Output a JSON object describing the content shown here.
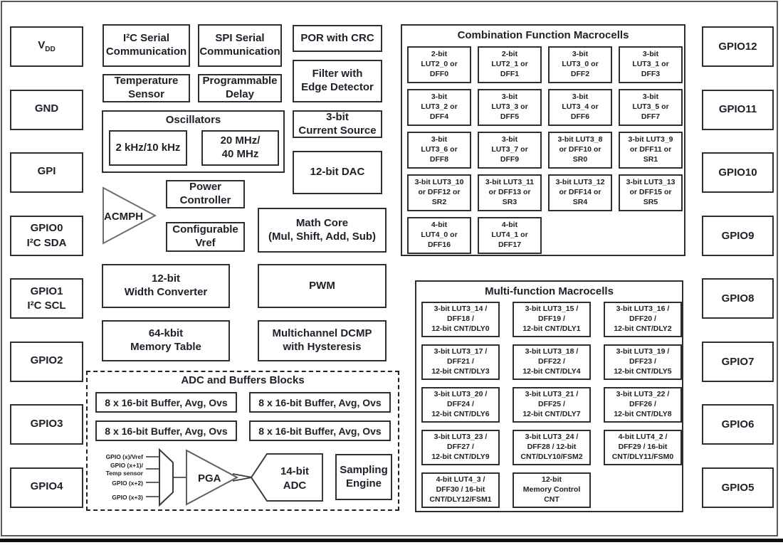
{
  "diagram": {
    "pins_left": [
      {
        "main": "V",
        "sub": "DD"
      },
      {
        "main": "GND"
      },
      {
        "main": "GPI"
      },
      {
        "main": "GPIO0",
        "line2": "I²C SDA"
      },
      {
        "main": "GPIO1",
        "line2": "I²C SCL"
      },
      {
        "main": "GPIO2"
      },
      {
        "main": "GPIO3"
      },
      {
        "main": "GPIO4"
      }
    ],
    "pins_right": [
      "GPIO12",
      "GPIO11",
      "GPIO10",
      "GPIO9",
      "GPIO8",
      "GPIO7",
      "GPIO6",
      "GPIO5"
    ],
    "blocks": {
      "i2c": [
        "I²C Serial",
        "Communication"
      ],
      "spi": [
        "SPI Serial",
        "Communication"
      ],
      "por": "POR with CRC",
      "temp_sensor": [
        "Temperature",
        "Sensor"
      ],
      "prog_delay": [
        "Programmable",
        "Delay"
      ],
      "filter": [
        "Filter with",
        "Edge Detector"
      ],
      "current_source": [
        "3-bit",
        "Current Source"
      ],
      "dac": "12-bit DAC",
      "acmph": "ACMPH",
      "power": [
        "Power",
        "Controller"
      ],
      "vref": [
        "Configurable",
        "Vref"
      ],
      "math_core": [
        "Math Core",
        "(Mul, Shift, Add, Sub)"
      ],
      "width_conv": [
        "12-bit",
        "Width Converter"
      ],
      "pwm": "PWM",
      "memory": [
        "64-kbit",
        "Memory Table"
      ],
      "dcmp": [
        "Multichannel DCMP",
        "with Hysteresis"
      ],
      "pga": "PGA",
      "adc": [
        "14-bit",
        "ADC"
      ],
      "sampling": [
        "Sampling",
        "Engine"
      ]
    },
    "oscillators": {
      "title": "Oscillators",
      "low": "2 kHz/10 kHz",
      "high": [
        "20 MHz/",
        "40 MHz"
      ]
    },
    "adc_section": {
      "title": "ADC and Buffers Blocks",
      "buffers": [
        "8 x 16-bit Buffer, Avg, Ovs",
        "8 x 16-bit Buffer, Avg, Ovs",
        "8 x 16-bit Buffer, Avg, Ovs",
        "8 x 16-bit Buffer, Avg, Ovs"
      ],
      "inputs": [
        "GPIO (x)/Vref",
        "GPIO (x+1)/",
        "Temp sensor",
        "GPIO (x+2)",
        "GPIO (x+3)"
      ]
    },
    "combination_macrocells": {
      "title": "Combination Function Macrocells",
      "cells": [
        [
          "2-bit",
          "LUT2_0 or",
          "DFF0"
        ],
        [
          "2-bit",
          "LUT2_1 or",
          "DFF1"
        ],
        [
          "3-bit",
          "LUT3_0 or",
          "DFF2"
        ],
        [
          "3-bit",
          "LUT3_1 or",
          "DFF3"
        ],
        [
          "3-bit",
          "LUT3_2 or",
          "DFF4"
        ],
        [
          "3-bit",
          "LUT3_3 or",
          "DFF5"
        ],
        [
          "3-bit",
          "LUT3_4 or",
          "DFF6"
        ],
        [
          "3-bit",
          "LUT3_5 or",
          "DFF7"
        ],
        [
          "3-bit",
          "LUT3_6 or",
          "DFF8"
        ],
        [
          "3-bit",
          "LUT3_7 or",
          "DFF9"
        ],
        [
          "3-bit LUT3_8",
          "or DFF10 or",
          "SR0"
        ],
        [
          "3-bit LUT3_9",
          "or DFF11 or",
          "SR1"
        ],
        [
          "3-bit LUT3_10",
          "or DFF12 or",
          "SR2"
        ],
        [
          "3-bit LUT3_11",
          "or DFF13 or",
          "SR3"
        ],
        [
          "3-bit LUT3_12",
          "or DFF14 or",
          "SR4"
        ],
        [
          "3-bit LUT3_13",
          "or DFF15 or",
          "SR5"
        ],
        [
          "4-bit",
          "LUT4_0 or",
          "DFF16"
        ],
        [
          "4-bit",
          "LUT4_1 or",
          "DFF17"
        ]
      ]
    },
    "multifunction_macrocells": {
      "title": "Multi-function Macrocells",
      "cells": [
        [
          "3-bit LUT3_14 /",
          "DFF18 /",
          "12-bit CNT/DLY0"
        ],
        [
          "3-bit LUT3_15 /",
          "DFF19 /",
          "12-bit CNT/DLY1"
        ],
        [
          "3-bit LUT3_16 /",
          "DFF20 /",
          "12-bit CNT/DLY2"
        ],
        [
          "3-bit LUT3_17 /",
          "DFF21 /",
          "12-bit CNT/DLY3"
        ],
        [
          "3-bit LUT3_18 /",
          "DFF22 /",
          "12-bit CNT/DLY4"
        ],
        [
          "3-bit LUT3_19 /",
          "DFF23 /",
          "12-bit CNT/DLY5"
        ],
        [
          "3-bit LUT3_20 /",
          "DFF24 /",
          "12-bit CNT/DLY6"
        ],
        [
          "3-bit LUT3_21 /",
          "DFF25 /",
          "12-bit CNT/DLY7"
        ],
        [
          "3-bit LUT3_22 /",
          "DFF26 /",
          "12-bit CNT/DLY8"
        ],
        [
          "3-bit LUT3_23 /",
          "DFF27 /",
          "12-bit CNT/DLY9"
        ],
        [
          "3-bit LUT3_24 /",
          "DFF28 / 12-bit",
          "CNT/DLY10/FSM2"
        ],
        [
          "4-bit LUT4_2 /",
          "DFF29 / 16-bit",
          "CNT/DLY11/FSM0"
        ],
        [
          "4-bit LUT4_3 /",
          "DFF30 / 16-bit",
          "CNT/DLY12/FSM1"
        ],
        [
          "12-bit",
          "Memory Control",
          "CNT"
        ]
      ]
    },
    "colors": {
      "text": "#20202a",
      "border": "#2e2e2e",
      "triangle_stroke": "#6e6e6e",
      "frame": "#5a5a5a",
      "bottom_bar": "#101010",
      "background": "#ffffff"
    }
  }
}
